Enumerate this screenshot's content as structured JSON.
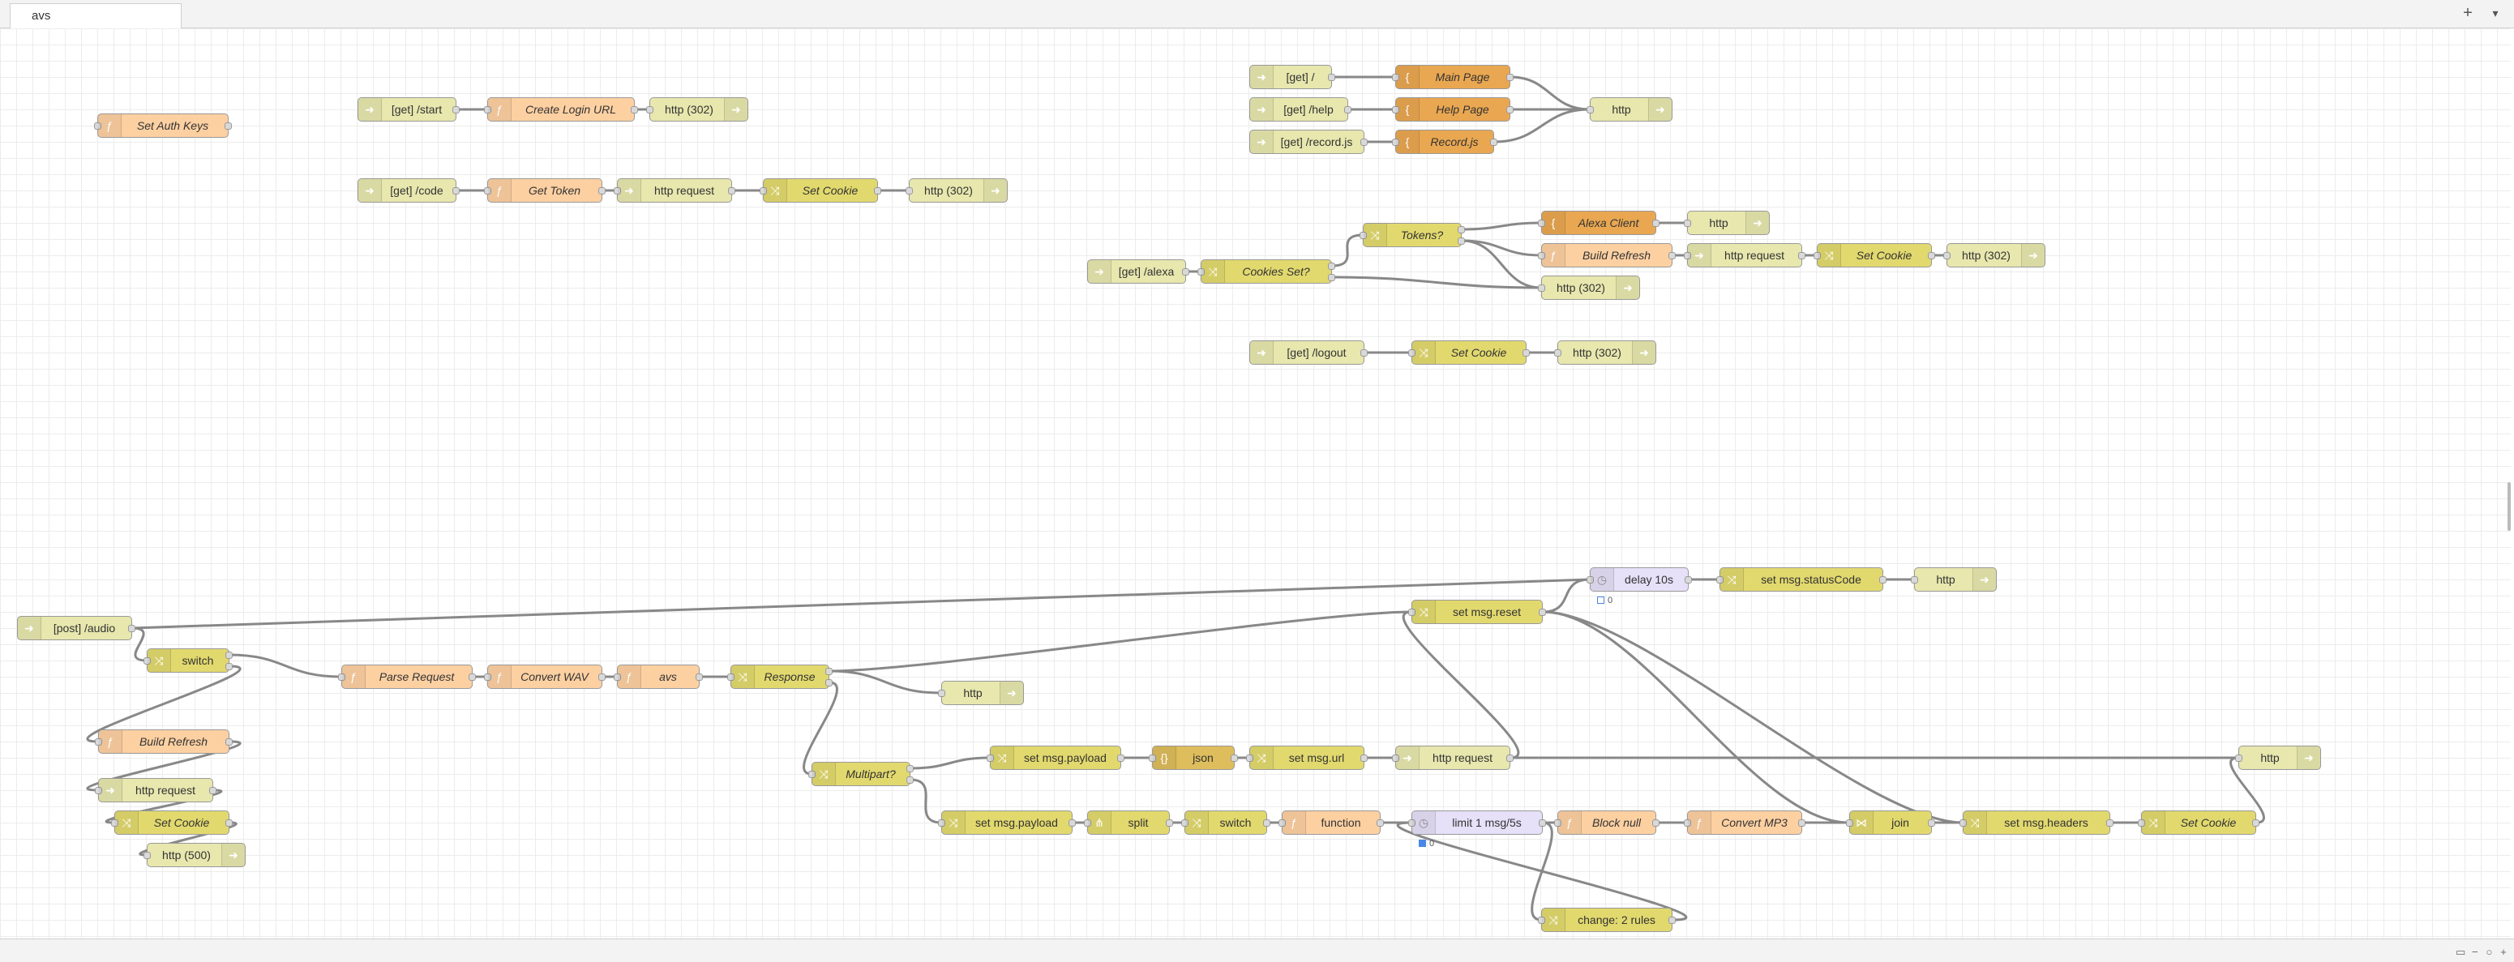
{
  "tab": {
    "label": "avs"
  },
  "toolbar": {
    "add": "+",
    "menu": "▾"
  },
  "zoom": {
    "map": "▭",
    "out": "−",
    "reset": "○",
    "in": "+"
  },
  "nodes": {
    "set_auth_keys": "Set Auth Keys",
    "get_start": "[get] /start",
    "create_login_url": "Create Login URL",
    "http302_a": "http (302)",
    "get_code": "[get] /code",
    "get_token": "Get Token",
    "http_request_a": "http request",
    "set_cookie_a": "Set Cookie",
    "http302_b": "http (302)",
    "get_root": "[get] /",
    "main_page": "Main Page",
    "get_help": "[get] /help",
    "help_page": "Help Page",
    "get_recordjs": "[get] /record.js",
    "recordjs": "Record.js",
    "http_a": "http",
    "tokens": "Tokens?",
    "alexa_client": "Alexa Client",
    "http_b": "http",
    "build_refresh_a": "Build Refresh",
    "http_request_b": "http request",
    "set_cookie_b": "Set Cookie",
    "http302_c": "http (302)",
    "get_alexa": "[get] /alexa",
    "cookies_set": "Cookies Set?",
    "http302_d": "http (302)",
    "get_logout": "[get] /logout",
    "set_cookie_c": "Set Cookie",
    "http302_e": "http (302)",
    "delay10": "delay 10s",
    "set_statuscode": "set msg.statusCode",
    "http_c": "http",
    "post_audio": "[post] /audio",
    "set_reset": "set msg.reset",
    "switch_a": "switch",
    "parse_request": "Parse Request",
    "convert_wav": "Convert WAV",
    "avs": "avs",
    "response": "Response",
    "http_d": "http",
    "build_refresh_b": "Build Refresh",
    "multipart": "Multipart?",
    "set_payload_a": "set msg.payload",
    "json": "json",
    "set_url": "set msg.url",
    "http_request_c": "http request",
    "http_e": "http",
    "http_request_d": "http request",
    "set_cookie_d": "Set Cookie",
    "http500": "http (500)",
    "set_payload_b": "set msg.payload",
    "split": "split",
    "switch_b": "switch",
    "function": "function",
    "limit": "limit 1 msg/5s",
    "block_null": "Block null",
    "convert_mp3": "Convert MP3",
    "join": "join",
    "set_headers": "set msg.headers",
    "set_cookie_e": "Set Cookie",
    "change_rules": "change: 2 rules"
  },
  "status": {
    "delay_count": "0",
    "limit_count": "0"
  },
  "colors": {
    "http_in": "#e7e7ae",
    "function": "#fdd0a2",
    "template": "#e9a751",
    "change": "#e2d96e",
    "delay": "#e6e0f8",
    "json": "#debd5c",
    "wire": "#888888"
  }
}
